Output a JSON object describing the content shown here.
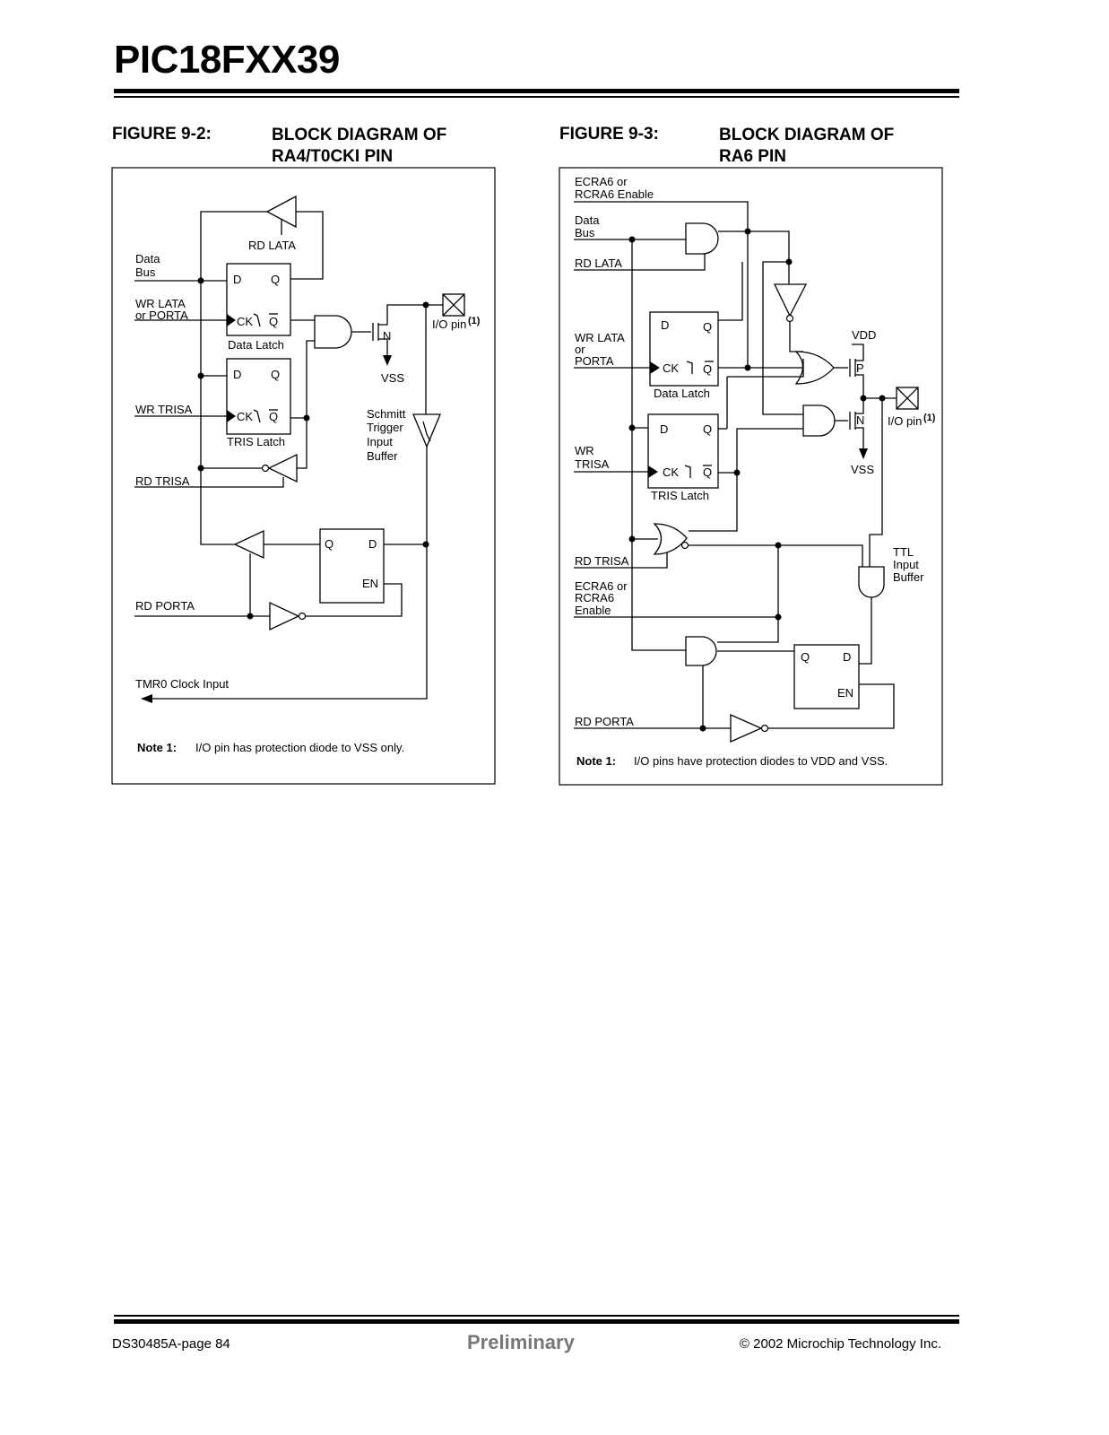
{
  "header": {
    "title": "PIC18FXX39"
  },
  "figures": [
    {
      "label": "FIGURE 9-2:",
      "title_line1": "BLOCK DIAGRAM OF",
      "title_line2": "RA4/T0CKI PIN",
      "labels": {
        "rd_lata": "RD LATA",
        "data": "Data",
        "bus": "Bus",
        "wr_lata": "WR LATA",
        "or_porta": "or PORTA",
        "wr_trisa": "WR TRISA",
        "rd_trisa": "RD TRISA",
        "rd_porta": "RD PORTA",
        "tmr0": "TMR0 Clock Input",
        "data_latch": "Data Latch",
        "tris_latch": "TRIS Latch",
        "d": "D",
        "q": "Q",
        "ck": "CK",
        "en": "EN",
        "n": "N",
        "vss": "VSS",
        "io_pin": "I/O pin",
        "sup": "(1)",
        "schmitt1": "Schmitt",
        "schmitt2": "Trigger",
        "schmitt3": "Input",
        "schmitt4": "Buffer"
      },
      "note_label": "Note 1:",
      "note_text": "I/O pin has protection diode to VSS only."
    },
    {
      "label": "FIGURE 9-3:",
      "title_line1": "BLOCK DIAGRAM OF",
      "title_line2": "RA6 PIN",
      "labels": {
        "ecra6_1": "ECRA6 or",
        "ecra6_2": "RCRA6 Enable",
        "data": "Data",
        "bus": "Bus",
        "rd_lata": "RD LATA",
        "wr_lata": "WR LATA",
        "or": "or",
        "porta": "PORTA",
        "wr": "WR",
        "trisa": "TRISA",
        "rd_trisa": "RD TRISA",
        "ecra6b_1": "ECRA6 or",
        "ecra6b_2": "RCRA6",
        "ecra6b_3": "Enable",
        "rd_porta": "RD PORTA",
        "data_latch": "Data Latch",
        "tris_latch": "TRIS Latch",
        "d": "D",
        "q": "Q",
        "ck": "CK",
        "en": "EN",
        "p": "P",
        "n": "N",
        "vdd": "VDD",
        "vss": "VSS",
        "io_pin": "I/O pin",
        "sup": "(1)",
        "ttl1": "TTL",
        "ttl2": "Input",
        "ttl3": "Buffer"
      },
      "note_label": "Note 1:",
      "note_text": "I/O pins have protection diodes to VDD and VSS."
    }
  ],
  "footer": {
    "doc_number": "DS30485A-page 84",
    "status": "Preliminary",
    "copyright": "© 2002 Microchip Technology Inc."
  }
}
